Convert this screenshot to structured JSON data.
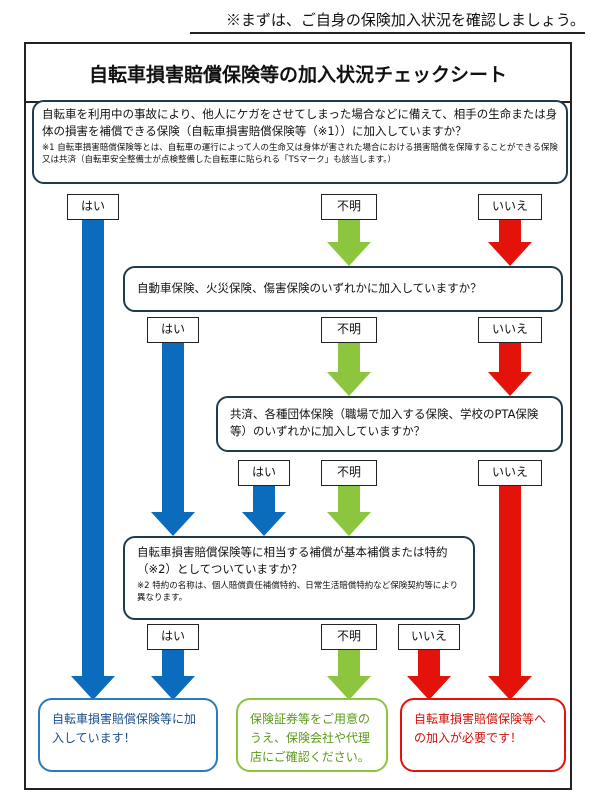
{
  "top_note": "※まずは、ご自身の保険加入状況を確認しましょう。",
  "title": "自転車損害賠償保険等の加入状況チェックシート",
  "colors": {
    "yes": "#0b6cbd",
    "unknown": "#8cc63f",
    "no": "#e3120b",
    "border": "#1f3a4c"
  },
  "questions": [
    {
      "text": "自転車を利用中の事故により、他人にケガをさせてしまった場合などに備えて、相手の生命または身体の損害を補償できる保険（自転車損害賠償保険等（※1））に加入していますか？",
      "note": "※1 自転車損害賠償保険等とは、自転車の運行によって人の生命又は身体が害された場合における損害賠償を保障することができる保険又は共済（自転車安全整備士が点検整備した自転車に貼られる「TSマーク」も該当します。）"
    },
    {
      "text": "自動車保険、火災保険、傷害保険のいずれかに加入していますか？"
    },
    {
      "text": "共済、各種団体保険（職場で加入する保険、学校のPTA保険等）のいずれかに加入していますか？"
    },
    {
      "text": "自転車損害賠償保険等に相当する補償が基本補償または特約（※2）としてついていますか？",
      "note": "※2 特約の名称は、個人賠償責任補償特約、日常生活賠償特約など保険契約等により異なります。"
    }
  ],
  "answers": {
    "yes": "はい",
    "unknown": "不明",
    "no": "いいえ"
  },
  "results": {
    "yes": "自転車損害賠償保険等に加入しています！",
    "unknown": "保険証券等をご用意のうえ、保険会社や代理店にご確認ください。",
    "no": "自転車損害賠償保険等への加入が必要です！"
  }
}
